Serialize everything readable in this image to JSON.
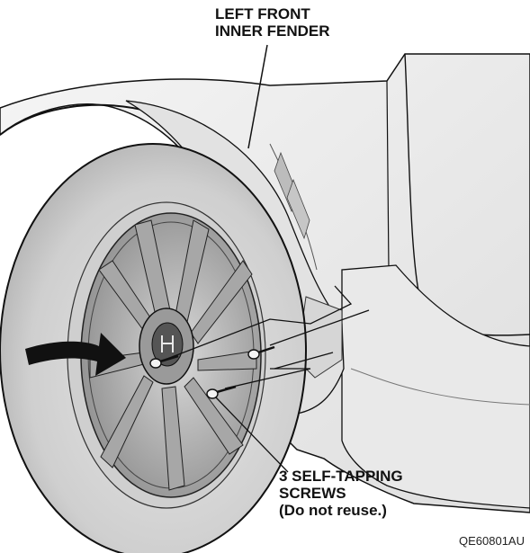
{
  "callouts": {
    "fender": {
      "line1": "LEFT FRONT",
      "line2": "INNER FENDER"
    },
    "screws": {
      "line1": "3 SELF-TAPPING",
      "line2": "SCREWS",
      "line3": "(Do not reuse.)"
    }
  },
  "figure_code": "QE60801AU",
  "colors": {
    "line": "#111111",
    "body_light": "#f2f2f2",
    "tire": "#d4d4d4",
    "tire_dark": "#a9a9a9",
    "wheel": "#bdbdbd",
    "wheel_dark": "#6f6f6f",
    "arrow": "#111111"
  },
  "icons": {
    "arrow": "direction-arrow",
    "emblem": "honda-emblem"
  }
}
